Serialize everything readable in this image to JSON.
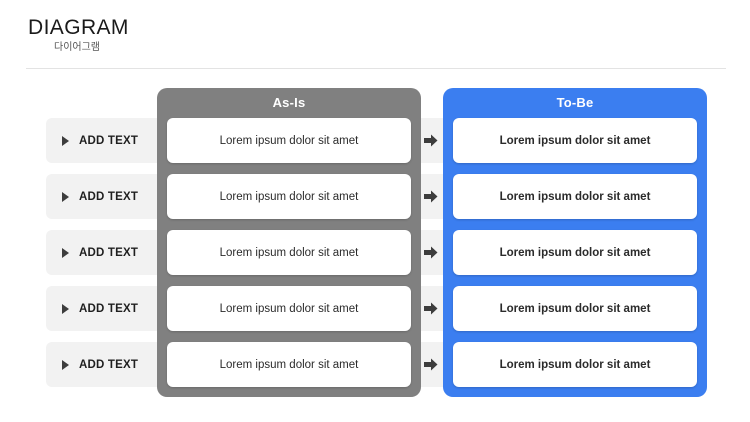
{
  "slide": {
    "title": "DIAGRAM",
    "subtitle": "다이어그램"
  },
  "columns": {
    "asis": {
      "header": "As-Is",
      "color": "#808080"
    },
    "tobe": {
      "header": "To-Be",
      "color": "#3b7ef0"
    }
  },
  "icons": {
    "triangle": "triangle-right-icon",
    "arrow": "arrow-right-icon"
  },
  "rows": [
    {
      "label": "ADD TEXT",
      "asis": "Lorem ipsum dolor sit amet",
      "tobe": "Lorem ipsum dolor sit amet"
    },
    {
      "label": "ADD TEXT",
      "asis": "Lorem ipsum dolor sit amet",
      "tobe": "Lorem ipsum dolor sit amet"
    },
    {
      "label": "ADD TEXT",
      "asis": "Lorem ipsum dolor sit amet",
      "tobe": "Lorem ipsum dolor sit amet"
    },
    {
      "label": "ADD TEXT",
      "asis": "Lorem ipsum dolor sit amet",
      "tobe": "Lorem ipsum dolor sit amet"
    },
    {
      "label": "ADD TEXT",
      "asis": "Lorem ipsum dolor sit amet",
      "tobe": "Lorem ipsum dolor sit amet"
    }
  ]
}
